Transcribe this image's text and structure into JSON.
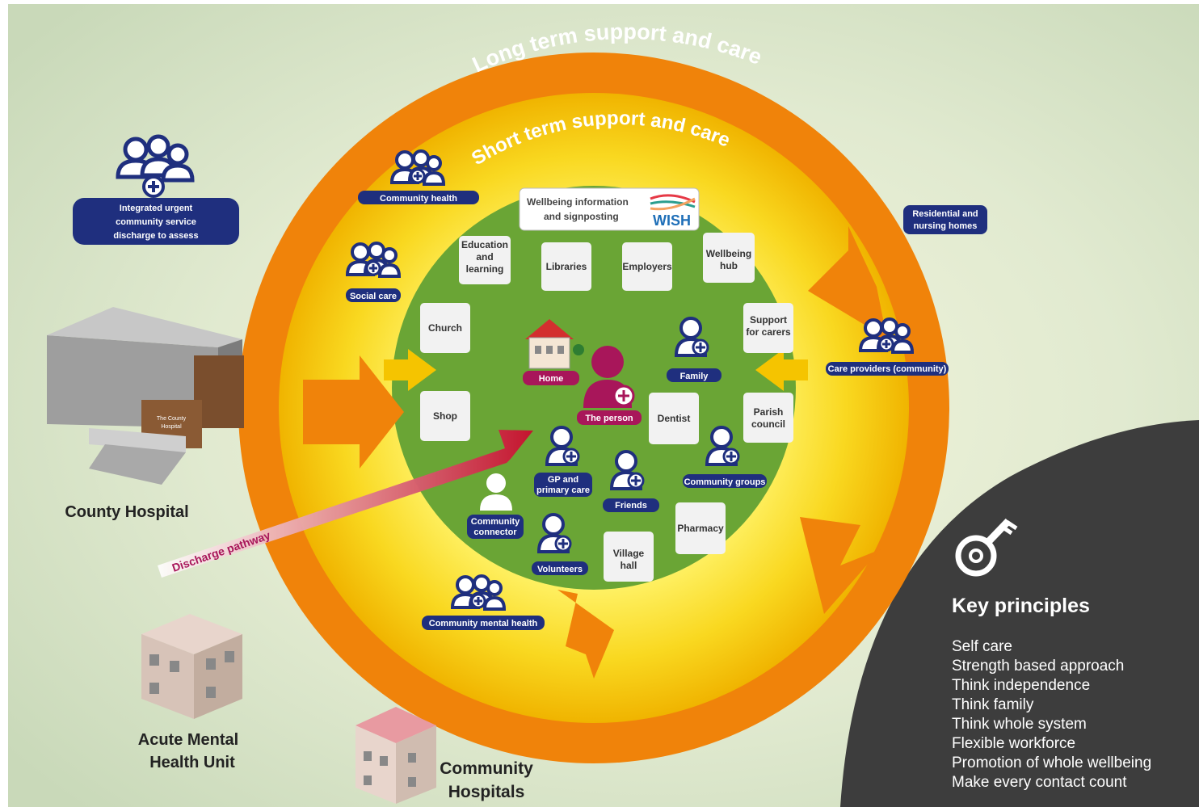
{
  "rings": {
    "long_term": "Long term support and care",
    "short_term": "Short term support and care"
  },
  "wish": {
    "text_line1": "Wellbeing information",
    "text_line2": "and signposting",
    "logo_text": "WISH"
  },
  "tiles": {
    "education": [
      "Education",
      "and",
      "learning"
    ],
    "libraries": "Libraries",
    "employers": "Employers",
    "wellbeing_hub": [
      "Wellbeing",
      "hub"
    ],
    "church": "Church",
    "support_carers": [
      "Support",
      "for carers"
    ],
    "shop": "Shop",
    "dentist": "Dentist",
    "parish": [
      "Parish",
      "council"
    ],
    "pharmacy": "Pharmacy",
    "village_hall": [
      "Village",
      "hall"
    ]
  },
  "labels": {
    "home": "Home",
    "the_person": "The person",
    "family": "Family",
    "gp": [
      "GP and",
      "primary care"
    ],
    "friends": "Friends",
    "community_groups": "Community groups",
    "community_connector": [
      "Community",
      "connector"
    ],
    "volunteers": "Volunteers"
  },
  "outer_labels": {
    "community_health": "Community health",
    "social_care": "Social care",
    "community_mental_health": "Community mental health",
    "residential": [
      "Residential and",
      "nursing homes"
    ],
    "care_providers": "Care providers (community)",
    "integrated": [
      "Integrated urgent",
      "community service",
      "discharge to assess"
    ]
  },
  "places": {
    "county_hospital": "County Hospital",
    "hospital_sign": [
      "The County",
      "Hospital"
    ],
    "acute_mental": [
      "Acute Mental",
      "Health Unit"
    ],
    "community_hospitals": [
      "Community",
      "Hospitals"
    ]
  },
  "discharge_pathway": "Discharge pathway",
  "key_principles": {
    "title": "Key principles",
    "items": [
      "Self care",
      "Strength based approach",
      "Think independence",
      "Think family",
      "Think whole system",
      "Flexible workforce",
      "Promotion of whole wellbeing",
      "Make every contact count"
    ]
  },
  "colors": {
    "orange": "#f0830a",
    "yellow": "#f5c400",
    "green": "#6aa535",
    "navy": "#1f2f7e",
    "magenta": "#a8165a",
    "dark_panel": "#3d3d3d"
  }
}
